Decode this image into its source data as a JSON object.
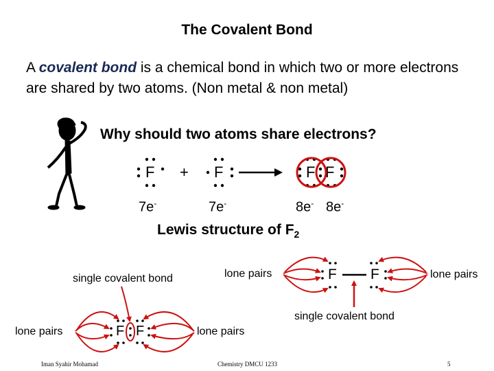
{
  "title": "The Covalent Bond",
  "definition": {
    "prefix": "A ",
    "term": "covalent bond",
    "rest": " is a chemical bond in which two or more electrons are shared by two atoms. (Non metal & non metal)"
  },
  "question": "Why should two atoms share electrons?",
  "equation": {
    "atom1": "F",
    "plus": "+",
    "atom2": "F",
    "product_atom1": "F",
    "product_atom2": "F"
  },
  "electron_counts": {
    "left": "7e",
    "middle": "7e",
    "right1": "8e",
    "right2": "8e",
    "charge": "-"
  },
  "lewis": {
    "label": "Lewis structure of F",
    "subscript": "2"
  },
  "lower_left": {
    "single_bond_label": "single covalent bond",
    "lone_pairs_left": "lone pairs",
    "lone_pairs_right": "lone pairs",
    "atom1": "F",
    "atom2": "F"
  },
  "lower_right": {
    "lone_pairs_top": "lone pairs",
    "lone_pairs_right": "lone pairs",
    "single_bond_label": "single covalent bond",
    "atom1": "F",
    "atom2": "F"
  },
  "footer": {
    "author": "Iman Syahir Mohamad",
    "course": "Chemistry DMCU 1233",
    "page": "5"
  },
  "colors": {
    "accent_red": "#cc1111",
    "term_navy": "#1a2a55"
  }
}
